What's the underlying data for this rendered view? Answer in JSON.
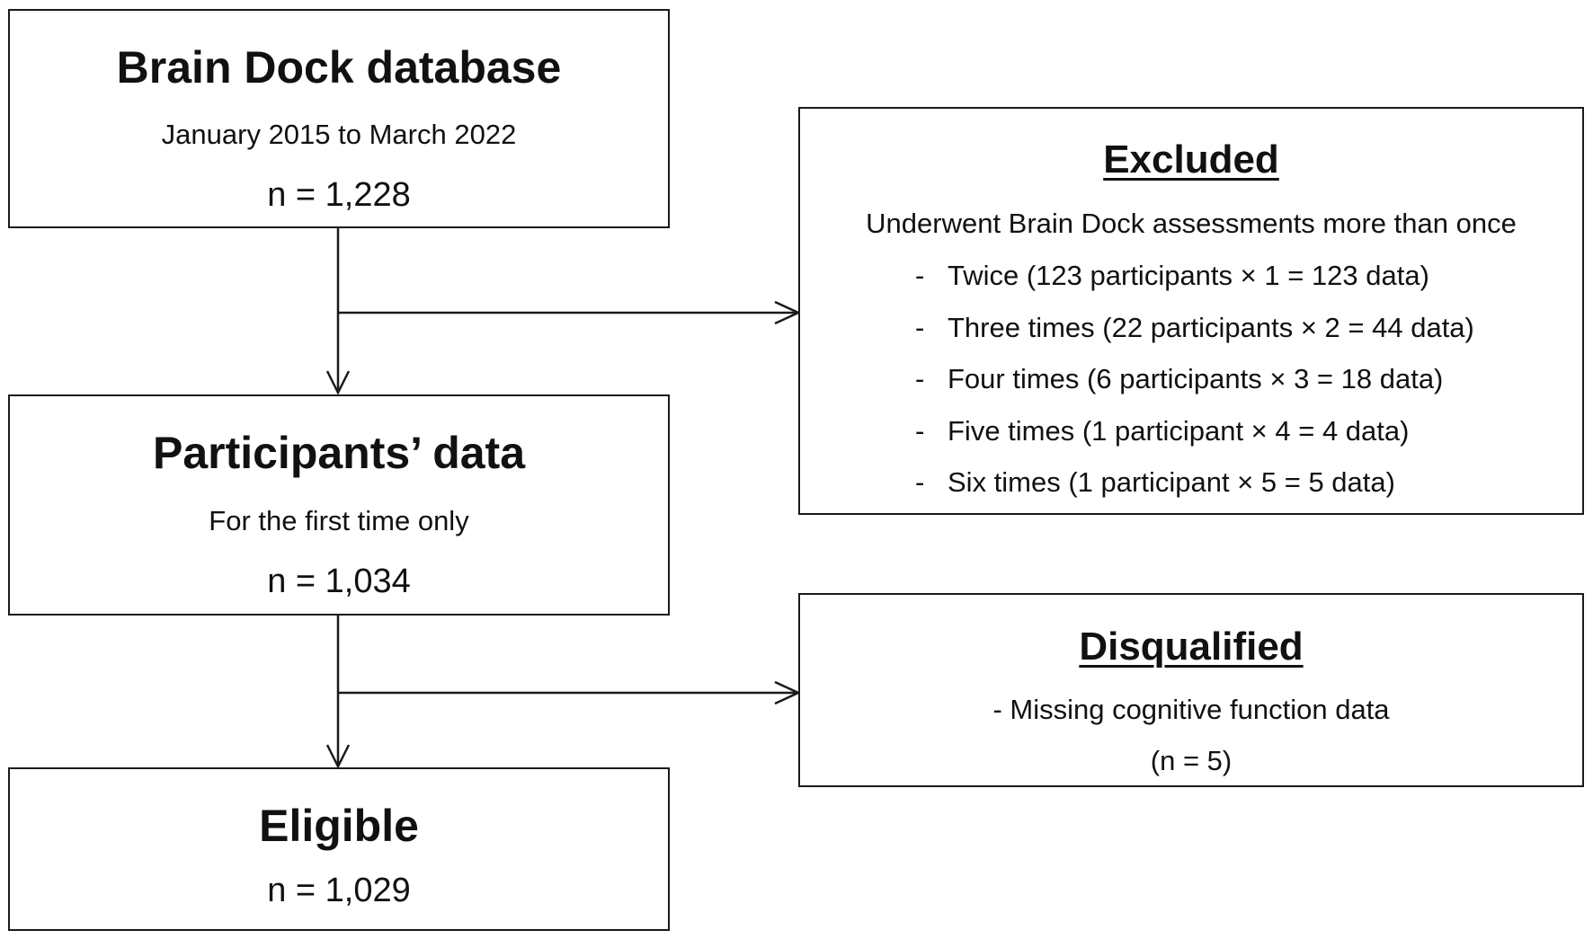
{
  "boxes": {
    "database": {
      "title": "Brain Dock database",
      "subtitle": "January 2015 to March 2022",
      "count": "n = 1,228"
    },
    "participants": {
      "title": "Participants’ data",
      "subtitle": "For the first time only",
      "count": "n = 1,034"
    },
    "eligible": {
      "title": "Eligible",
      "count": "n = 1,029"
    },
    "excluded": {
      "title": "Excluded",
      "reason": "Underwent Brain Dock assessments more than once",
      "items": [
        {
          "dash": "-",
          "text": "Twice (123 participants × 1 = 123 data)"
        },
        {
          "dash": "-",
          "text": "Three times (22 participants × 2 = 44 data)"
        },
        {
          "dash": "-",
          "text": "Four times (6 participants × 3 = 18 data)"
        },
        {
          "dash": "-",
          "text": "Five times (1 participant × 4 = 4 data)"
        },
        {
          "dash": "-",
          "text": "Six times (1 participant × 5 = 5 data)"
        }
      ]
    },
    "disqualified": {
      "title": "Disqualified",
      "reason": "- Missing cognitive function data",
      "count": "(n = 5)"
    }
  },
  "colors": {
    "stroke": "#1a1a1a",
    "text": "#111111",
    "background": "#ffffff"
  }
}
